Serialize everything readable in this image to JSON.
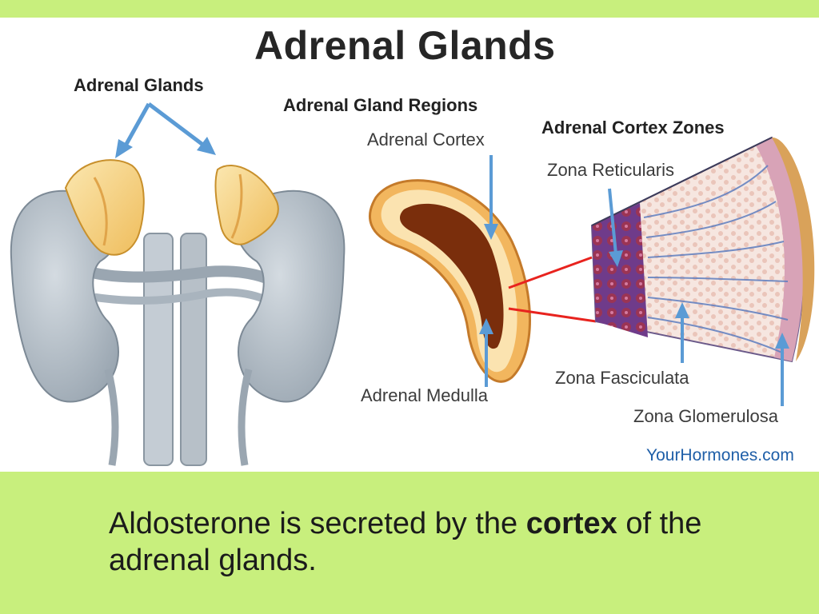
{
  "figure": {
    "title": "Adrenal Glands",
    "labels": {
      "adrenal_glands": "Adrenal Glands",
      "gland_regions": "Adrenal Gland Regions",
      "adrenal_cortex": "Adrenal Cortex",
      "cortex_zones": "Adrenal Cortex Zones",
      "zona_reticularis": "Zona Reticularis",
      "zona_fasciculata": "Zona Fasciculata",
      "adrenal_medulla": "Adrenal Medulla",
      "zona_glomerulosa": "Zona Glomerulosa"
    },
    "credit": "YourHormones.com"
  },
  "caption": {
    "before": "Aldosterone is secreted by the ",
    "emphasis": "cortex",
    "after": " of the adrenal glands."
  },
  "colors": {
    "slide_background": "#c8ef7d",
    "arrow_blue": "#5b9bd5",
    "connector_red": "#e8231e",
    "kidney_gray": "#b9c3cc",
    "gland_yellow": "#f6d48a",
    "medulla_brown": "#7a2e0c"
  }
}
